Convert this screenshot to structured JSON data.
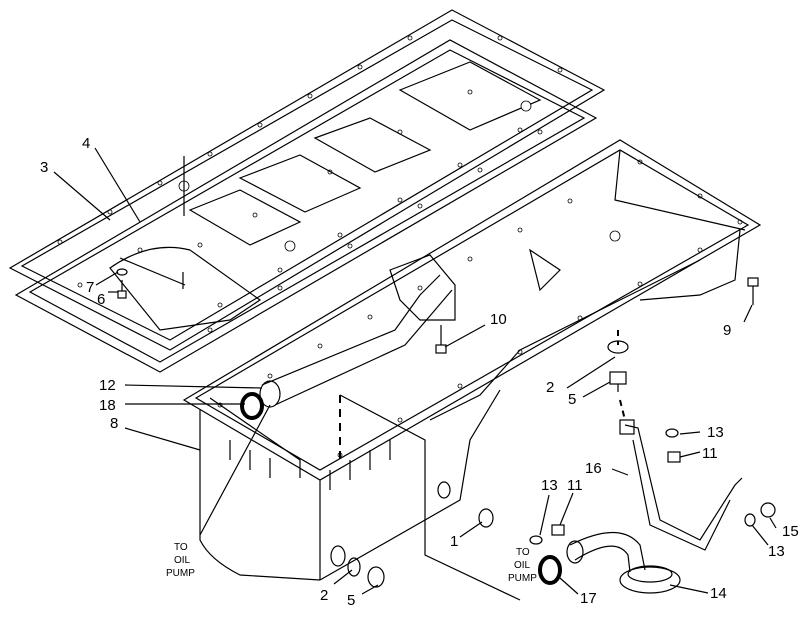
{
  "callouts": {
    "c1": "1",
    "c2a": "2",
    "c2b": "2",
    "c3": "3",
    "c4": "4",
    "c5a": "5",
    "c5b": "5",
    "c6": "6",
    "c7": "7",
    "c8": "8",
    "c9": "9",
    "c10": "10",
    "c11a": "11",
    "c11b": "11",
    "c12": "12",
    "c13a": "13",
    "c13b": "13",
    "c13c": "13",
    "c14": "14",
    "c15": "15",
    "c16": "16",
    "c17": "17",
    "c18": "18"
  },
  "captions": {
    "to_oil_pump_left": [
      "TO",
      "OIL",
      "PUMP"
    ],
    "to_oil_pump_right": [
      "TO",
      "OIL",
      "PUMP"
    ]
  }
}
